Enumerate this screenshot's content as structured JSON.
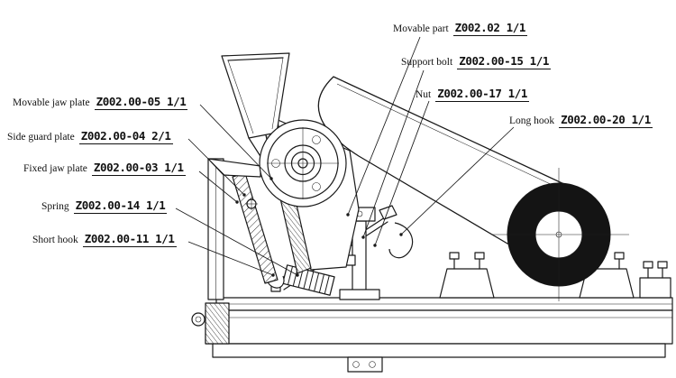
{
  "diagram": {
    "kind": "jaw-crusher part callout drawing",
    "colors": {
      "line": "#1a1a1a",
      "pulley_fill": "#141414",
      "background": "#ffffff"
    }
  },
  "callouts": {
    "movable_jaw_plate": {
      "name": "Movable jaw plate",
      "code": "Z002.00-05 1/1"
    },
    "side_guard_plate": {
      "name": "Side guard plate",
      "code": "Z002.00-04 2/1"
    },
    "fixed_jaw_plate": {
      "name": "Fixed jaw plate",
      "code": "Z002.00-03 1/1"
    },
    "spring": {
      "name": "Spring",
      "code": "Z002.00-14 1/1"
    },
    "short_hook": {
      "name": "Short hook",
      "code": "Z002.00-11 1/1"
    },
    "movable_part": {
      "name": "Movable part",
      "code": "Z002.02 1/1"
    },
    "support_bolt": {
      "name": "Support bolt",
      "code": "Z002.00-15 1/1"
    },
    "nut": {
      "name": "Nut",
      "code": "Z002.00-17 1/1"
    },
    "long_hook": {
      "name": "Long hook",
      "code": "Z002.00-20 1/1"
    }
  }
}
